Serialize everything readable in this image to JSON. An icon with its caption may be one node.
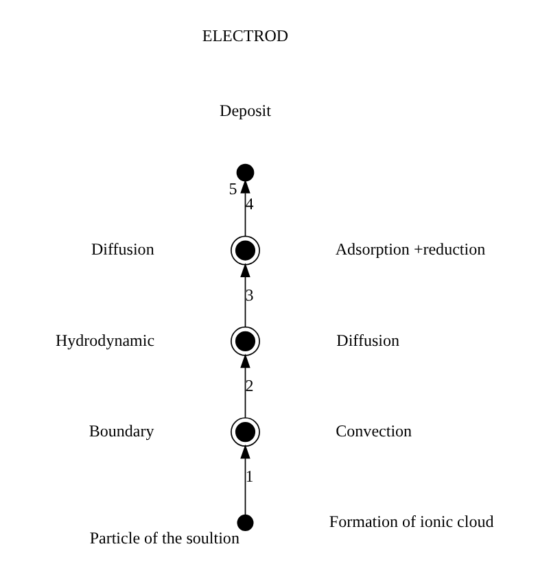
{
  "diagram": {
    "nodes": [
      {
        "text": [],
        "shape": "circle",
        "beside": [
          "5"
        ]
      },
      {
        "text": [],
        "shape": "circle"
      },
      {
        "text": [],
        "shape": "circle"
      },
      {
        "text": [],
        "shape": "circle"
      },
      {
        "text": [],
        "shape": "circle",
        "beside": [
          "Particle of the soultion"
        ]
      }
    ],
    "edges": [
      {
        "from": 4,
        "to": 3,
        "label": "1",
        "arrow": "to"
      },
      {
        "from": 3,
        "to": 2,
        "label": "2",
        "arrow": "to"
      },
      {
        "from": 2,
        "to": 1,
        "label": "3",
        "arrow": "to"
      },
      {
        "from": 1,
        "to": 0,
        "label": "4",
        "arrow": "to"
      }
    ],
    "labels": [
      "ELECTROD",
      "Deposit",
      "Diffusion",
      "Adsorption +reduction",
      "Hydrodynamic",
      "Diffusion",
      "Boundary",
      "Convection",
      "Formation of ionic cloud"
    ]
  }
}
